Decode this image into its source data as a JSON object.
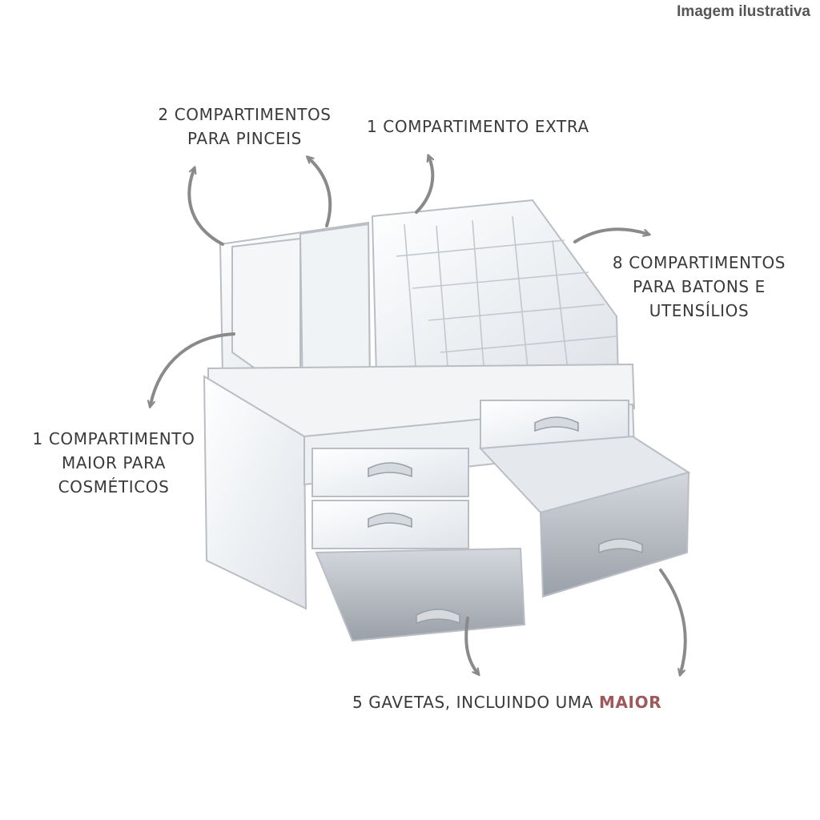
{
  "corner_note": "Imagem ilustrativa",
  "labels": {
    "brushes": [
      "2 COMPARTIMENTOS",
      "PARA PINCEIS"
    ],
    "extra": [
      "1 COMPARTIMENTO EXTRA"
    ],
    "lipsticks": [
      "8 COMPARTIMENTOS",
      "PARA BATONS E",
      "UTENSÍLIOS"
    ],
    "cosmetics": [
      "1 COMPARTIMENTO",
      "MAIOR PARA",
      "COSMÉTICOS"
    ],
    "drawers_prefix": "5 GAVETAS, INCLUINDO UMA ",
    "drawers_highlight": "MAIOR"
  },
  "colors": {
    "text": "#3a3a3a",
    "arrow": "#8a8a8a",
    "accent": "#9c5a5a",
    "acrylic_edge": "#b9bec4"
  }
}
